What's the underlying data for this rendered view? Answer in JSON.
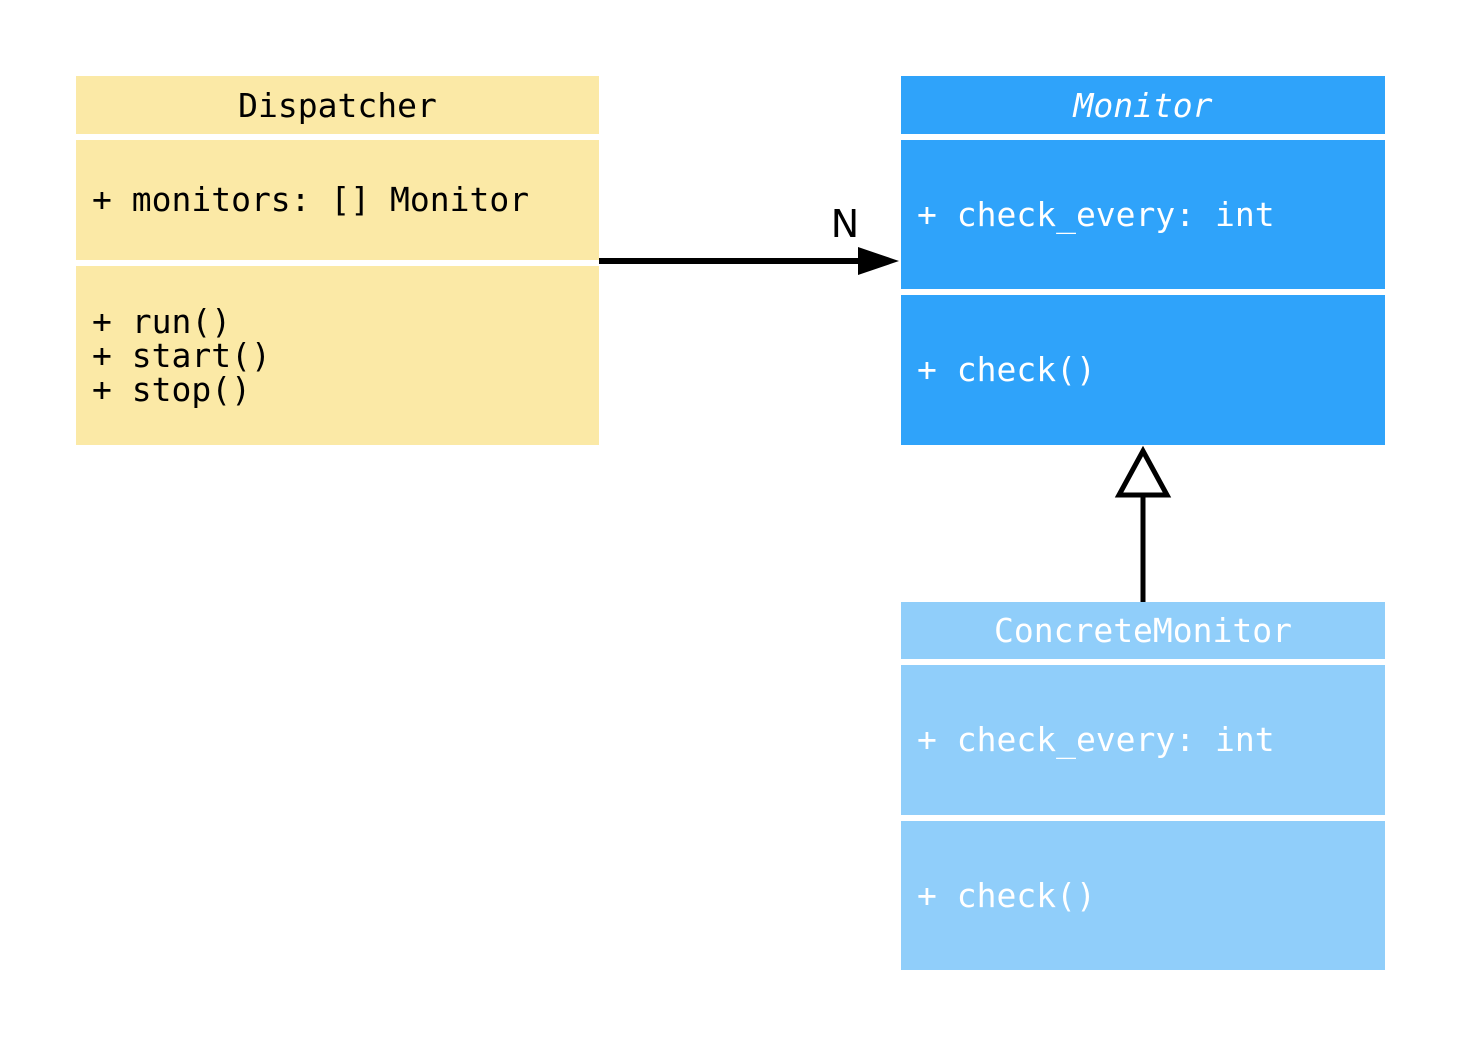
{
  "diagram": {
    "type": "uml-class-diagram",
    "background_color": "#ffffff",
    "classes": {
      "dispatcher": {
        "name": "Dispatcher",
        "abstract": false,
        "fill_color": "#FBE9A6",
        "text_color": "#000000",
        "attributes": [
          "+ monitors: [] Monitor"
        ],
        "methods": [
          "+ run()",
          "+ start()",
          "+ stop()"
        ]
      },
      "monitor": {
        "name": "Monitor",
        "abstract": true,
        "fill_color": "#2FA3FA",
        "text_color": "#ffffff",
        "attributes": [
          "+ check_every: int"
        ],
        "methods": [
          "+ check()"
        ]
      },
      "concrete_monitor": {
        "name": "ConcreteMonitor",
        "abstract": false,
        "fill_color": "#90CEFA",
        "text_color": "#ffffff",
        "attributes": [
          "+ check_every: int"
        ],
        "methods": [
          "+ check()"
        ]
      }
    },
    "relationships": {
      "association": {
        "type": "directed-association",
        "from": "Dispatcher",
        "to": "Monitor",
        "label": "N",
        "line_color": "#000000"
      },
      "inheritance": {
        "type": "generalization",
        "from": "ConcreteMonitor",
        "to": "Monitor",
        "line_color": "#000000"
      }
    }
  }
}
